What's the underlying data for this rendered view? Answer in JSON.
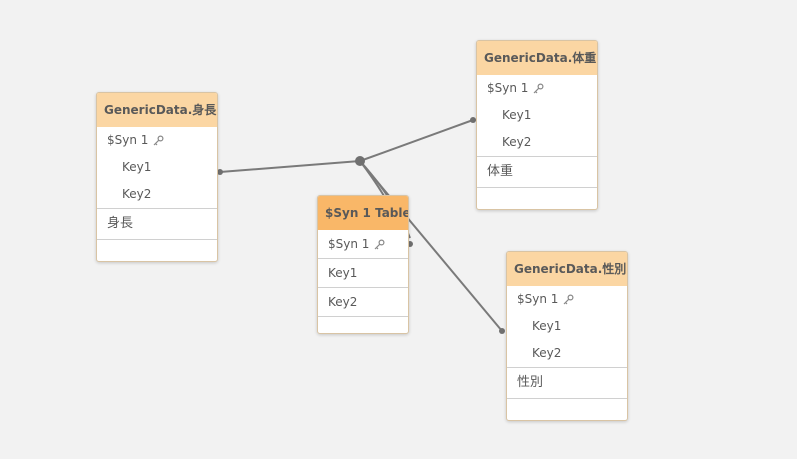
{
  "colors": {
    "background": "#f2f2f2",
    "header": "#fbd6a3",
    "header_synthetic": "#f9b768",
    "link": "#7a7a7a"
  },
  "tables": {
    "shinchou": {
      "title": "GenericData.身長",
      "fields": {
        "syn": "$Syn 1",
        "key1": "Key1",
        "key2": "Key2",
        "value": "身長"
      }
    },
    "taijuu": {
      "title": "GenericData.体重",
      "fields": {
        "syn": "$Syn 1",
        "key1": "Key1",
        "key2": "Key2",
        "value": "体重"
      }
    },
    "seibetsu": {
      "title": "GenericData.性別",
      "fields": {
        "syn": "$Syn 1",
        "key1": "Key1",
        "key2": "Key2",
        "value": "性別"
      }
    },
    "syn_table": {
      "title": "$Syn 1 Table",
      "fields": {
        "syn": "$Syn 1",
        "key1": "Key1",
        "key2": "Key2"
      }
    }
  },
  "icons": {
    "key": "key-icon"
  }
}
